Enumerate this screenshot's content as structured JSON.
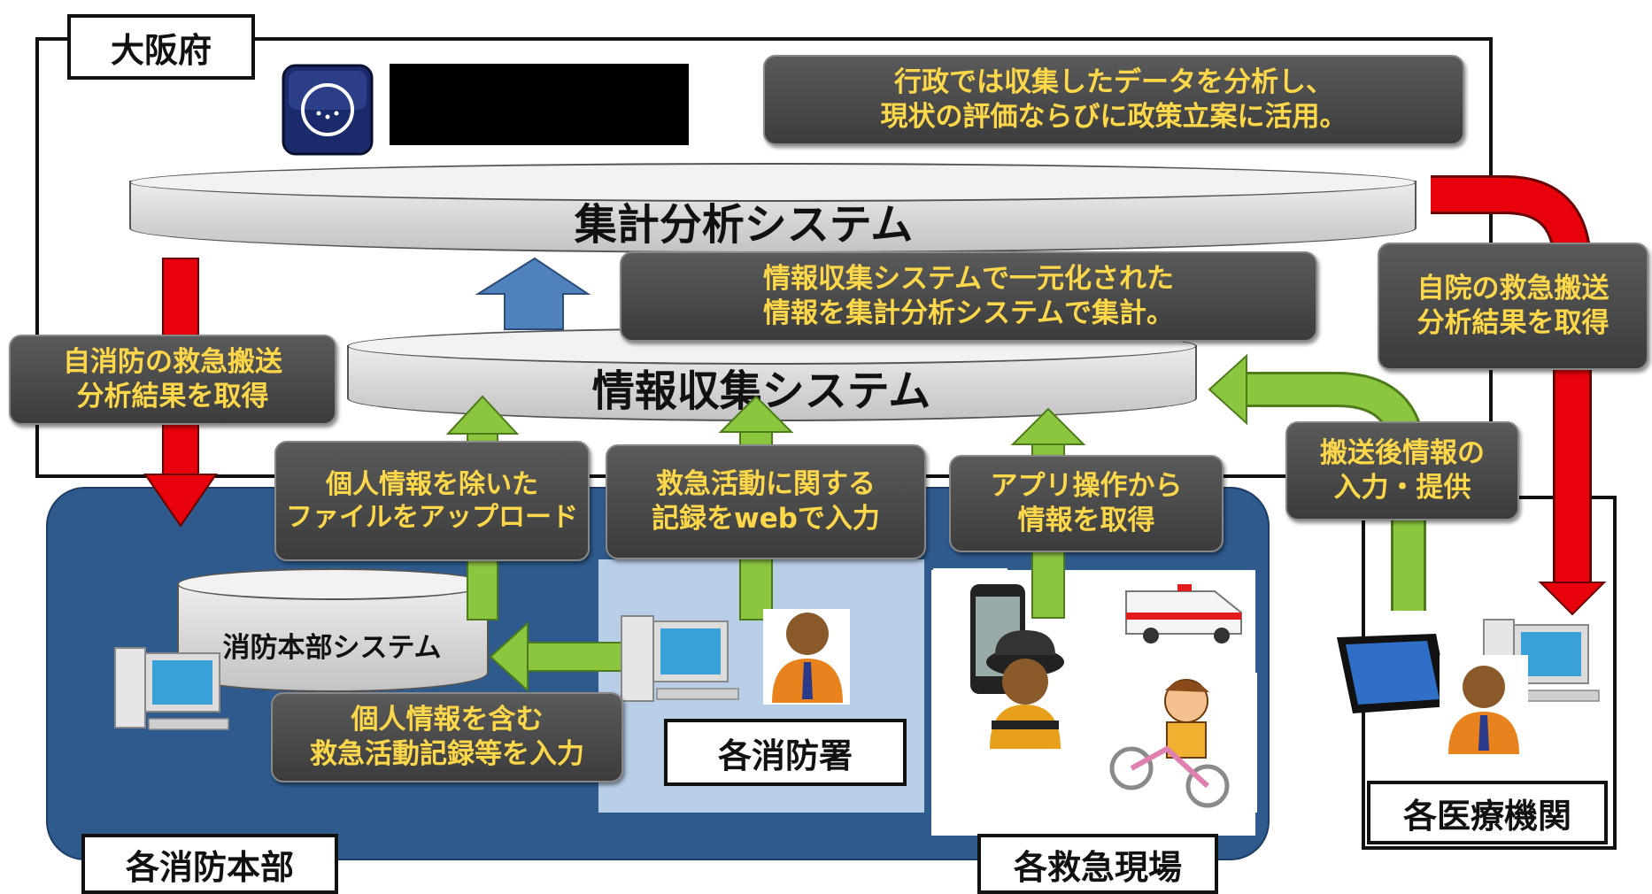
{
  "prefecture": {
    "label": "大阪府"
  },
  "admin_note": {
    "lines": [
      "行政では収集したデータを分析し、",
      "現状の評価ならびに政策立案に活用。"
    ]
  },
  "aggregation_system": {
    "label": "集計分析システム"
  },
  "collection_system": {
    "label": "情報収集システム"
  },
  "collection_note": {
    "lines": [
      "情報収集システムで一元化された",
      "情報を集計分析システムで集計。"
    ]
  },
  "fd_results": {
    "lines": [
      "自消防の救急搬送",
      "分析結果を取得"
    ]
  },
  "hospital_results": {
    "lines": [
      "自院の救急搬送",
      "分析結果を取得"
    ]
  },
  "upload_note": {
    "lines": [
      "個人情報を除いた",
      "ファイルをアップロード"
    ]
  },
  "web_input_note": {
    "lines": [
      "救急活動に関する",
      "記録をwebで入力"
    ]
  },
  "app_note": {
    "lines": [
      "アプリ操作から",
      "情報を取得"
    ]
  },
  "post_transport_note": {
    "lines": [
      "搬送後情報の",
      "入力・提供"
    ]
  },
  "hq_system": {
    "label": "消防本部システム"
  },
  "record_input_note": {
    "lines": [
      "個人情報を含む",
      "救急活動記録等を入力"
    ]
  },
  "fire_station": {
    "label": "各消防署"
  },
  "fire_hq": {
    "label": "各消防本部"
  },
  "emergency_site": {
    "label": "各救急現場"
  },
  "hospital": {
    "label": "各医療機関"
  },
  "colors": {
    "note_text": "#ffd84a",
    "red_arrow": "#e8000b",
    "green_arrow": "#8cc63f",
    "blue_arrow": "#4f81bd",
    "hq_panel": "#2e5a8e",
    "station_panel": "#b8cde6"
  }
}
